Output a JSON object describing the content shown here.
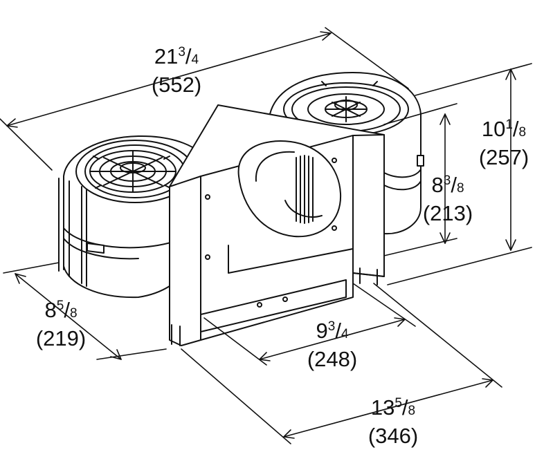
{
  "dimensions": {
    "overall_width": {
      "whole": "21",
      "num": "3",
      "den": "4",
      "metric": "(552)"
    },
    "overall_height": {
      "whole": "10",
      "num": "1",
      "den": "8",
      "metric": "(257)"
    },
    "inner_height": {
      "whole": "8",
      "num": "3",
      "den": "8",
      "metric": "(213)"
    },
    "depth": {
      "whole": "8",
      "num": "5",
      "den": "8",
      "metric": "(219)"
    },
    "bracket_width": {
      "whole": "9",
      "num": "3",
      "den": "4",
      "metric": "(248)"
    },
    "bracket_depth": {
      "whole": "13",
      "num": "5",
      "den": "8",
      "metric": "(346)"
    }
  }
}
